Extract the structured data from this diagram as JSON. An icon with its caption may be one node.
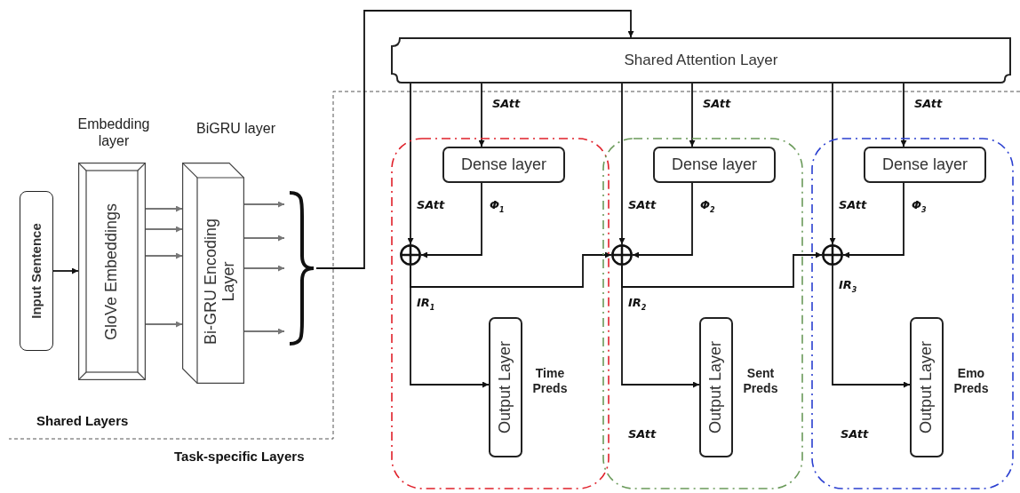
{
  "diagram": {
    "nodes": [
      {
        "text": [
          "Input Sentence"
        ]
      },
      {
        "text": [
          "GloVe Embeddings"
        ],
        "beside": [
          "Embedding layer"
        ]
      },
      {
        "text": [
          "Bi-GRU Encoding Layer"
        ],
        "beside": [
          "BiGRU layer"
        ]
      },
      {
        "text": [],
        "shape": "brace"
      },
      {
        "text": [
          "Shared Attention Layer"
        ]
      },
      {
        "text": [],
        "shape": "box"
      },
      {
        "text": [
          "Dense layer"
        ],
        "in": 5
      },
      {
        "text": [],
        "shape": "circle",
        "in": 5
      },
      {
        "text": [
          "Output Layer"
        ],
        "in": 5,
        "beside": [
          "Time Preds"
        ]
      },
      {
        "text": [],
        "shape": "box"
      },
      {
        "text": [
          "Dense layer"
        ],
        "in": 9
      },
      {
        "text": [],
        "shape": "circle",
        "in": 9
      },
      {
        "text": [
          "Output Layer"
        ],
        "in": 9,
        "beside": [
          "Sent Preds"
        ]
      },
      {
        "text": [],
        "shape": "box"
      },
      {
        "text": [
          "Dense layer"
        ],
        "in": 13
      },
      {
        "text": [],
        "shape": "circle",
        "in": 13
      },
      {
        "text": [
          "Output Layer"
        ],
        "in": 13,
        "beside": [
          "Emo Preds"
        ]
      }
    ],
    "edges": [
      {
        "from": 0,
        "to": 1,
        "arrow": "to"
      },
      {
        "from": 1,
        "to": 2,
        "arrow": "to",
        "color": "#777777"
      },
      {
        "from": 1,
        "to": 2,
        "arrow": "to",
        "color": "#777777"
      },
      {
        "from": 1,
        "to": 2,
        "arrow": "to",
        "color": "#777777"
      },
      {
        "from": 1,
        "to": 2,
        "arrow": "to",
        "color": "#777777"
      },
      {
        "from": 2,
        "to": 3,
        "arrow": "to",
        "color": "#777777"
      },
      {
        "from": 2,
        "to": 3,
        "arrow": "to",
        "color": "#777777"
      },
      {
        "from": 2,
        "to": 3,
        "arrow": "to",
        "color": "#777777"
      },
      {
        "from": 2,
        "to": 3,
        "arrow": "to",
        "color": "#777777"
      },
      {
        "from": 3,
        "to": 4,
        "arrow": "to"
      },
      {
        "from": 4,
        "to": 6,
        "arrow": "to",
        "label": "SAtt"
      },
      {
        "from": 4,
        "to": 7,
        "arrow": "to",
        "label": "SAtt"
      },
      {
        "from": 6,
        "to": 7,
        "arrow": "to",
        "label": "Φ$_{1}$"
      },
      {
        "from": 7,
        "to": 8,
        "arrow": "to",
        "label": "IR$_{1}$"
      },
      {
        "from": 7,
        "to": 11,
        "arrow": "to"
      },
      {
        "from": 4,
        "to": 10,
        "arrow": "to",
        "label": "SAtt"
      },
      {
        "from": 4,
        "to": 11,
        "arrow": "to",
        "label": "SAtt"
      },
      {
        "from": 10,
        "to": 11,
        "arrow": "to",
        "label": "Φ$_{2}$"
      },
      {
        "from": 11,
        "to": 12,
        "arrow": "to",
        "label": "IR$_{2}$"
      },
      {
        "from": 11,
        "to": 15,
        "arrow": "to"
      },
      {
        "from": 4,
        "to": 14,
        "arrow": "to",
        "label": "SAtt"
      },
      {
        "from": 4,
        "to": 15,
        "arrow": "to",
        "label": "SAtt"
      },
      {
        "from": 14,
        "to": 15,
        "arrow": "to",
        "label": "Φ$_{3}$"
      },
      {
        "from": 15,
        "to": 16,
        "arrow": "to",
        "label": "IR$_{3}$"
      }
    ],
    "labels": [
      "Shared Layers",
      "SAtt",
      "SAtt",
      "Task-specific Layers"
    ]
  }
}
